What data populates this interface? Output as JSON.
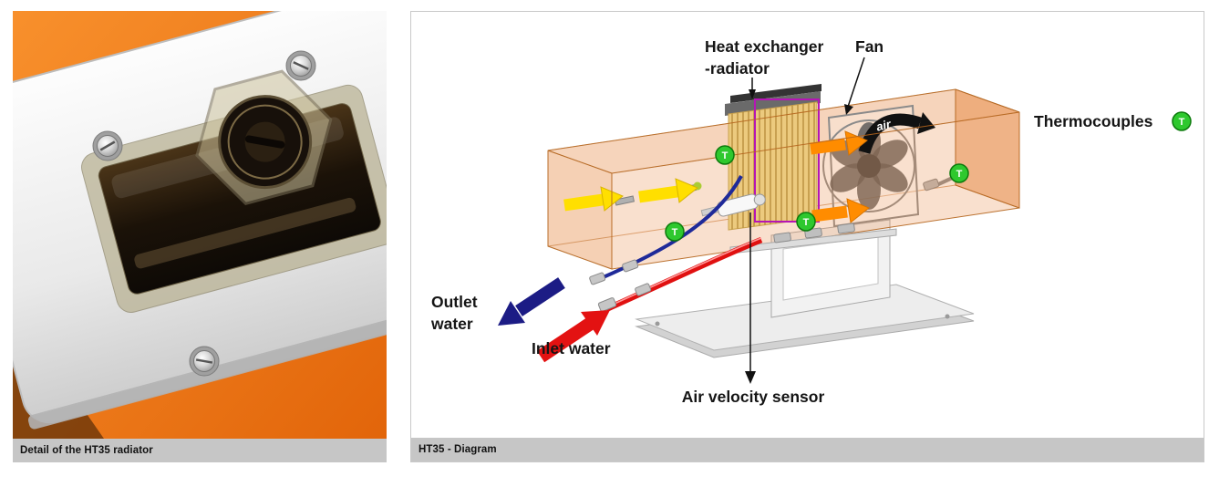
{
  "left_figure": {
    "caption": "Detail of the HT35 radiator"
  },
  "right_figure": {
    "caption": "HT35 - Diagram",
    "labels": {
      "heat_exchanger_line1": "Heat exchanger",
      "heat_exchanger_line2": "-radiator",
      "fan": "Fan",
      "thermocouples": "Thermocouples",
      "outlet_line1": "Outlet",
      "outlet_line2": "water",
      "inlet": "Inlet water",
      "air_velocity_sensor": "Air velocity sensor",
      "air_flow": "air",
      "thermocouple_symbol": "T"
    },
    "colors": {
      "duct_orange": "#e8904e",
      "thermocouple_green": "#2ec82e",
      "inlet_red": "#e31212",
      "outlet_blue": "#1c1c85",
      "air_in_yellow": "#ffdf00",
      "air_out_orange": "#ff8c00",
      "radiator_purple": "#b515b5"
    }
  }
}
